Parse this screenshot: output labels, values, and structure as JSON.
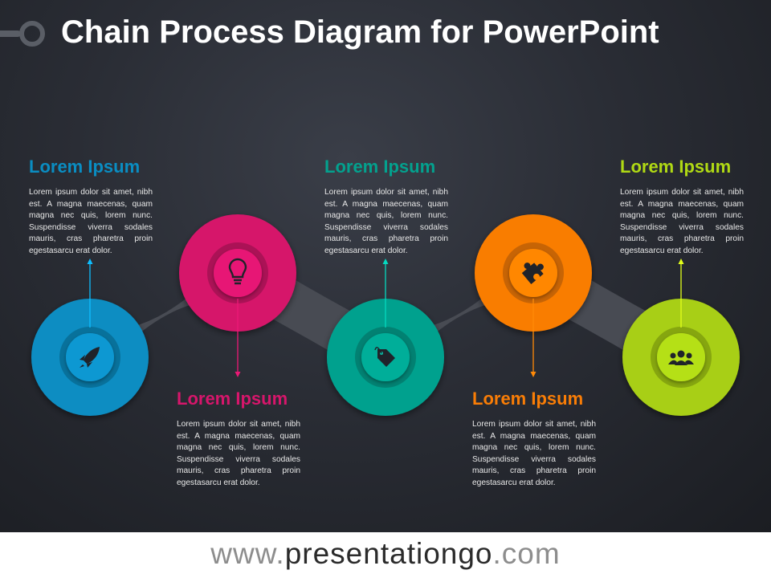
{
  "title": "Chain Process Diagram for PowerPoint",
  "steps": [
    {
      "heading": "Lorem Ipsum",
      "body": "Lorem ipsum dolor sit amet, nibh est. A magna maecenas, quam magna nec quis, lorem nunc. Suspendisse viverra sodales mauris, cras pharetra proin egestasarcu erat dolor.",
      "color": "#0a8dc2",
      "icon": "rocket-icon",
      "label_position": "top"
    },
    {
      "heading": "Lorem Ipsum",
      "body": "Lorem ipsum dolor sit amet, nibh est. A magna maecenas, quam magna nec quis, lorem nunc. Suspendisse viverra sodales mauris, cras pharetra proin egestasarcu erat dolor.",
      "color": "#d6166b",
      "icon": "lightbulb-icon",
      "label_position": "bottom"
    },
    {
      "heading": "Lorem Ipsum",
      "body": "Lorem ipsum dolor sit amet, nibh est. A magna maecenas, quam magna nec quis, lorem nunc. Suspendisse viverra sodales mauris, cras pharetra proin egestasarcu erat dolor.",
      "color": "#03a18e",
      "icon": "tag-icon",
      "label_position": "top"
    },
    {
      "heading": "Lorem Ipsum",
      "body": "Lorem ipsum dolor sit amet, nibh est. A magna maecenas, quam magna nec quis, lorem nunc. Suspendisse viverra sodales mauris, cras pharetra proin egestasarcu erat dolor.",
      "color": "#f97d06",
      "icon": "puzzle-icon",
      "label_position": "bottom"
    },
    {
      "heading": "Lorem Ipsum",
      "body": "Lorem ipsum dolor sit amet, nibh est. A magna maecenas, quam magna nec quis, lorem nunc. Suspendisse viverra sodales mauris, cras pharetra proin egestasarcu erat dolor.",
      "color": "#a8cf13",
      "icon": "team-icon",
      "label_position": "top"
    }
  ],
  "footer": {
    "prefix": "www.",
    "site": "presentationgo",
    "suffix": ".com"
  }
}
